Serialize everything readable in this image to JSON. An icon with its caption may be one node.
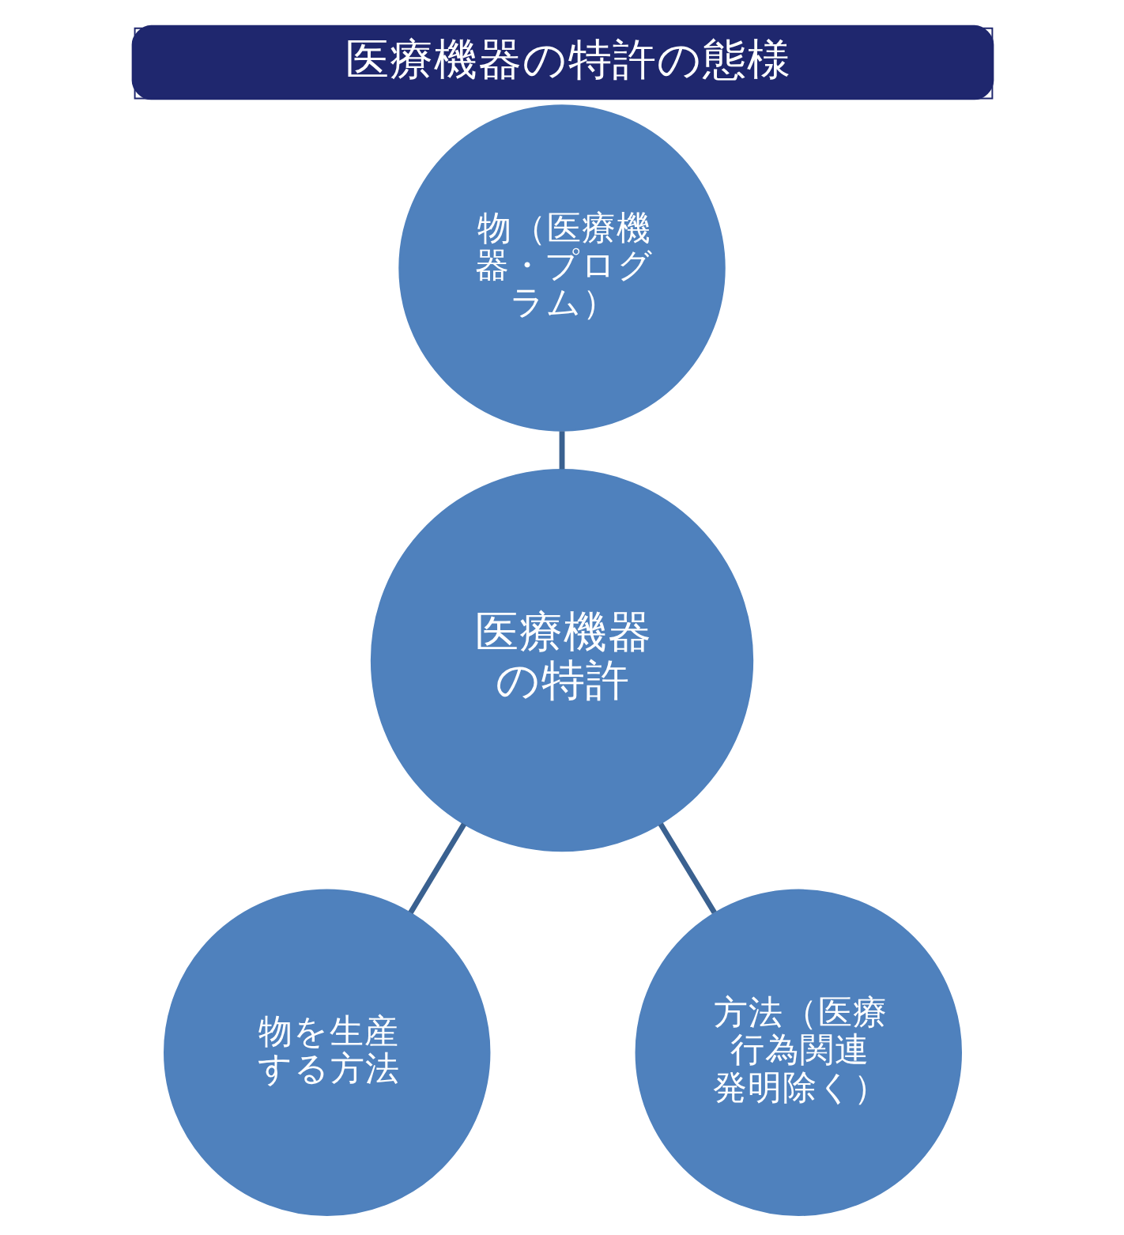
{
  "diagram": {
    "title": "医療機器の特許の態様",
    "nodes": [
      {
        "text": [
          "物（医療機器・プログラム）"
        ]
      },
      {
        "text": [
          "医療機器の特許"
        ]
      },
      {
        "text": [
          "物を生産する方法"
        ]
      },
      {
        "text": [
          "方法（医療行為関連発明除く）"
        ]
      }
    ],
    "edges": [
      {
        "from": 0,
        "to": 1,
        "arrow": "none"
      },
      {
        "from": 1,
        "to": 2,
        "arrow": "none"
      },
      {
        "from": 1,
        "to": 3,
        "arrow": "none"
      }
    ]
  }
}
